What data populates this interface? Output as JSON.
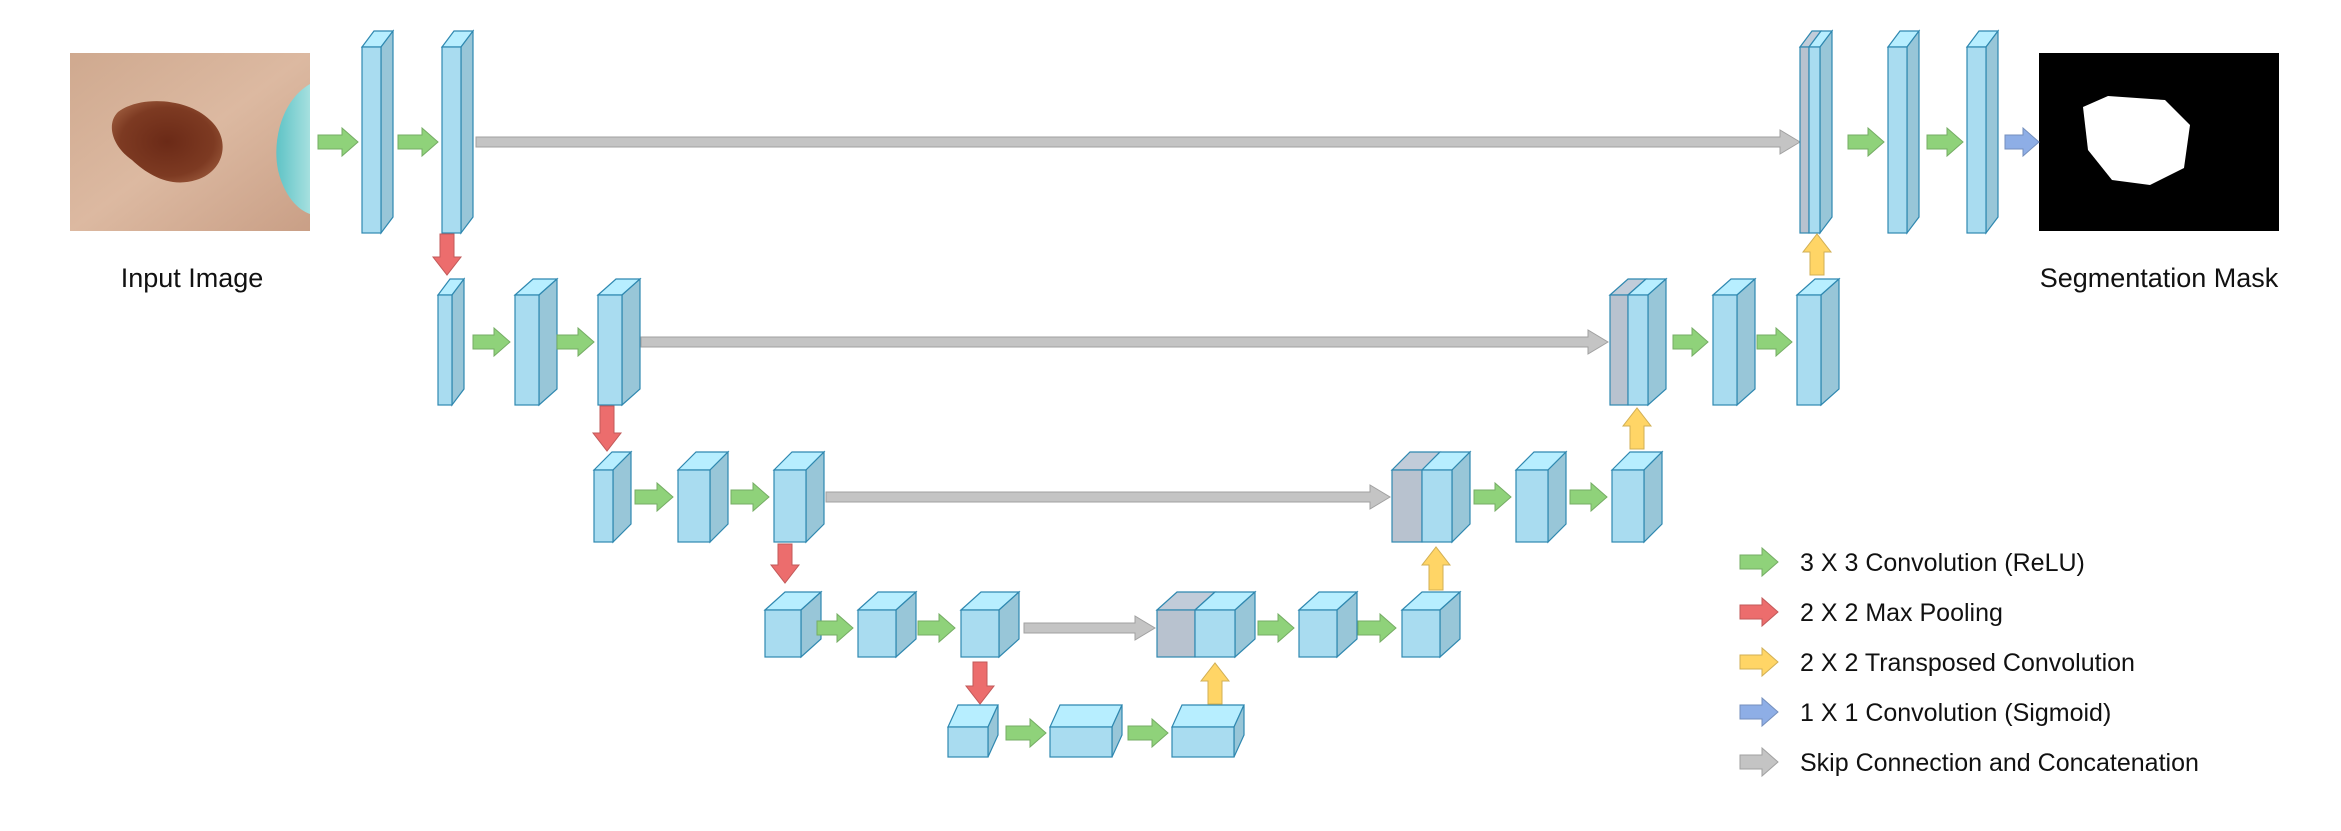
{
  "labels": {
    "input": "Input Image",
    "output": "Segmentation Mask"
  },
  "legend": [
    {
      "kind": "conv",
      "text": "3 X 3 Convolution (ReLU)"
    },
    {
      "kind": "pool",
      "text": "2 X 2 Max Pooling"
    },
    {
      "kind": "up",
      "text": "2 X 2 Transposed Convolution"
    },
    {
      "kind": "out",
      "text": "1 X 1 Convolution (Sigmoid)"
    },
    {
      "kind": "skip",
      "text": "Skip Connection and Concatenation"
    }
  ],
  "colors": {
    "block_fill": "#a9dcf0",
    "block_edge": "#2f88b0",
    "concat_fill": "#b8c2cf",
    "conv": "#8fd27a",
    "pool": "#ec6d6d",
    "up": "#ffd566",
    "out": "#8eaee6",
    "skip": "#c4c4c4"
  },
  "icons": {
    "input": "skin-lesion-photo",
    "output": "binary-mask"
  }
}
